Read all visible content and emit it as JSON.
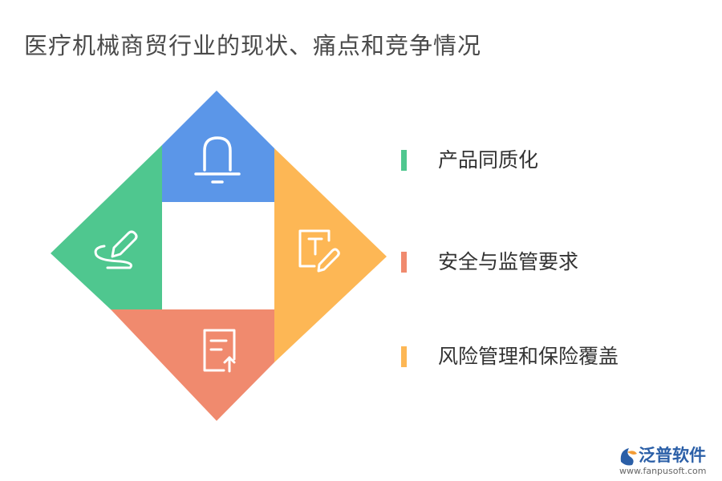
{
  "title": "医疗机械商贸行业的现状、痛点和竞争情况",
  "colors": {
    "blue": "#5B96E8",
    "green": "#4FC78F",
    "orange": "#FDB755",
    "red": "#F08A6E",
    "icon": "#ffffff"
  },
  "diagram": {
    "quadrants": [
      {
        "position": "top",
        "color": "blue",
        "icon": "bell-icon"
      },
      {
        "position": "left",
        "color": "green",
        "icon": "pen-signature-icon"
      },
      {
        "position": "right",
        "color": "orange",
        "icon": "text-edit-icon"
      },
      {
        "position": "bottom",
        "color": "red",
        "icon": "document-upload-icon"
      }
    ]
  },
  "legend": [
    {
      "label": "产品同质化",
      "color": "#4FC78F"
    },
    {
      "label": "安全与监管要求",
      "color": "#F08A6E"
    },
    {
      "label": "风险管理和保险覆盖",
      "color": "#FDB755"
    }
  ],
  "logo": {
    "name": "泛普软件",
    "url": "www.fanpusoft.com"
  }
}
